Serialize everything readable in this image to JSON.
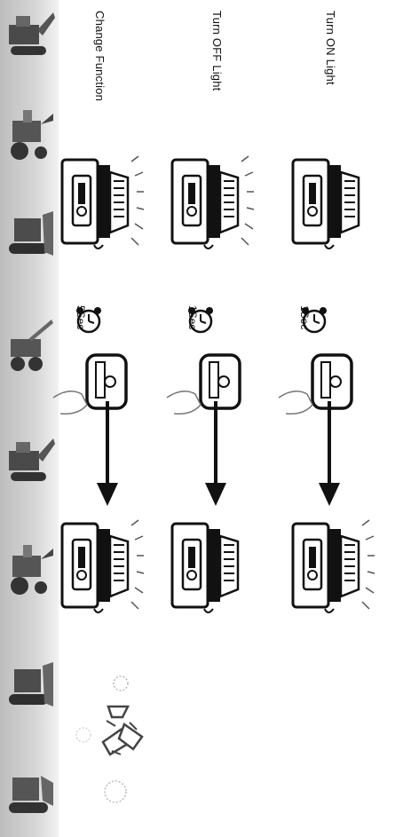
{
  "rows": [
    {
      "label": "Turn ON Light",
      "timer": "1Sec"
    },
    {
      "label": "Turn OFF Light",
      "timer": "1Sec"
    },
    {
      "label": "Change Function",
      "timer": "5Sec"
    }
  ],
  "strip_icons": [
    "excavator-icon",
    "tractor-icon",
    "bulldozer-icon",
    "crane-icon",
    "excavator-icon",
    "tractor-icon",
    "bulldozer-icon",
    "loader-icon"
  ],
  "colors": {
    "ink": "#111111",
    "strip": "#cfcfcf"
  }
}
